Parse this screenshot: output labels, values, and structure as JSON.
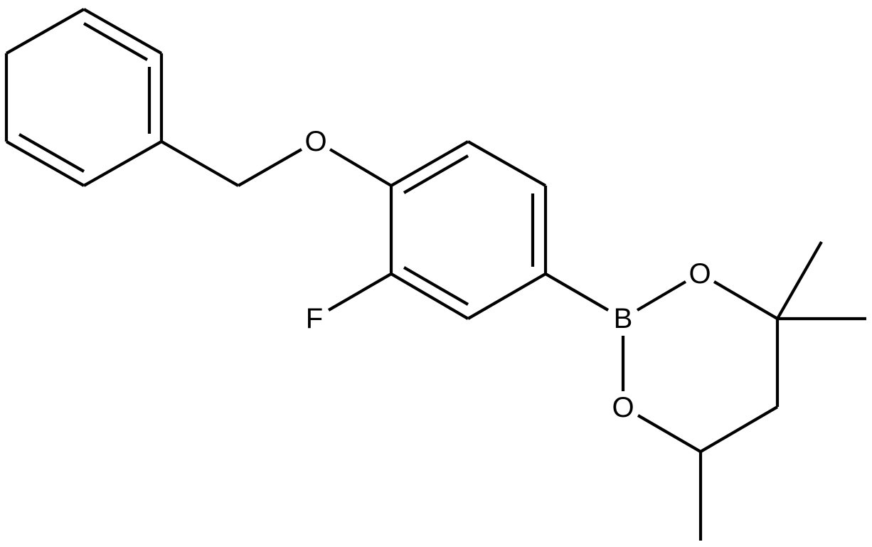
{
  "molecule": {
    "atoms": {
      "oxygen_ether": "O",
      "fluorine": "F",
      "boron": "B",
      "oxygen_ring_upper": "O",
      "oxygen_ring_lower": "O"
    }
  },
  "colors": {
    "background": "#ffffff",
    "ink": "#000000"
  }
}
